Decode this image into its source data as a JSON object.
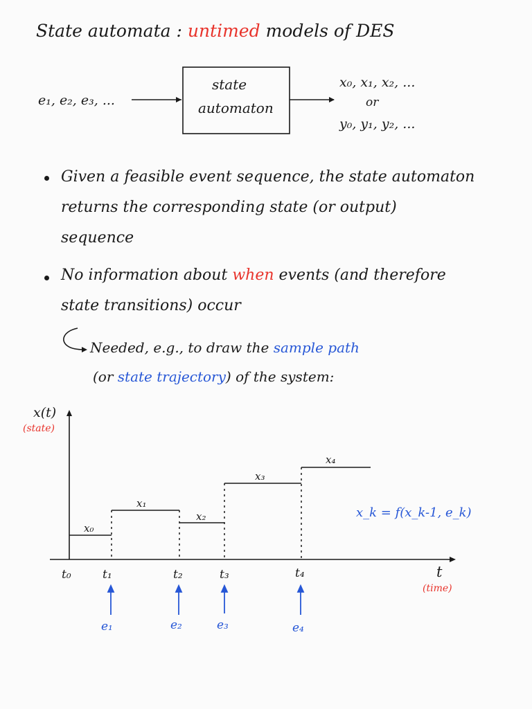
{
  "title": {
    "part1": "State automata :",
    "part2": "untimed",
    "part3": "models of DES"
  },
  "block": {
    "input_label": "e₁, e₂, e₃, ...",
    "box_line1": "state",
    "box_line2": "automaton",
    "output_line1": "x₀, x₁, x₂, ...",
    "output_or": "or",
    "output_line2": "y₀, y₁, y₂, ..."
  },
  "bullets": [
    {
      "line1": "Given a feasible event sequence, the state automaton",
      "line2": "returns the corresponding state (or output)",
      "line3": "sequence"
    },
    {
      "line1_a": "No information about",
      "line1_b": "when",
      "line1_c": "events (and therefore",
      "line2": "state transitions) occur"
    }
  ],
  "note": {
    "line1_a": "Needed, e.g., to draw the",
    "line1_b": "sample path",
    "line2_a": "(or",
    "line2_b": "state trajectory",
    "line2_c": ") of the system:"
  },
  "plot": {
    "y_axis_label": "x(t)",
    "y_axis_sublabel": "(state)",
    "x_axis_label": "t",
    "x_axis_sublabel": "(time)",
    "formula": "x_k = f(x_k-1, e_k)",
    "times": [
      "t₀",
      "t₁",
      "t₂",
      "t₃",
      "t₄"
    ],
    "states": [
      "x₀",
      "x₁",
      "x₂",
      "x₃",
      "x₄"
    ],
    "events": [
      "e₁",
      "e₂",
      "e₃",
      "e₄"
    ]
  },
  "colors": {
    "red": "#e8332b",
    "blue": "#2757d6",
    "ink": "#1a1a1a"
  }
}
